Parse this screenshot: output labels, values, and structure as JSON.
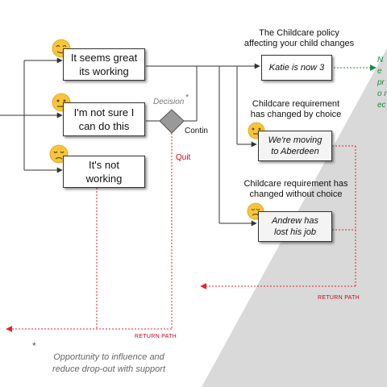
{
  "boxes": {
    "great": "It seems great its working",
    "not_sure": "I'm not sure I can do this",
    "not_working": "It's not working",
    "katie": "Katie is now 3",
    "moving": "We're moving to Aberdeen",
    "andrew": "Andrew has lost his job"
  },
  "labels": {
    "policy_header": "The Childcare policy affecting your child changes",
    "choice_header": "Childcare requirement has changed by choice",
    "without_choice_header": "Childcare requirement has changed without choice",
    "decision": "Decision",
    "asterisk": "*",
    "contin": "Contin",
    "quit": "Quit",
    "return_path_1": "RETURN PATH",
    "return_path_2": "RETURN PATH",
    "green_cut": "Ne pro rec",
    "footnote_star": "*",
    "footnote": "Opportunity to influence and reduce drop-out with support"
  },
  "emojis": {
    "happy": "relieved-face",
    "neutral": "neutral-face",
    "sad": "pensive-face"
  },
  "colors": {
    "line": "#333333",
    "return": "#e0242b",
    "green": "#1a8a3a",
    "shade": "#d9d9d9",
    "emoji": "#f7c53b"
  }
}
